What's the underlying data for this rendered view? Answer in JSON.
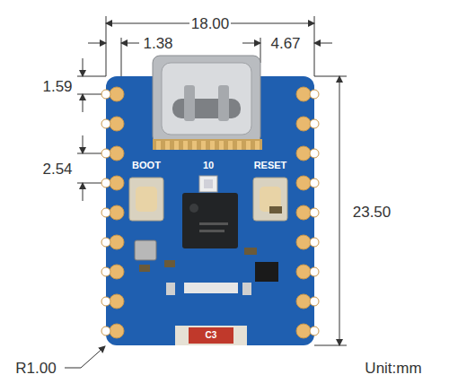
{
  "diagram": {
    "labels": [
      "18.00",
      "1.38",
      "4.67",
      "1.59",
      "2.54",
      "23.50",
      "BOOT",
      "10",
      "RESET",
      "C3",
      "R1.00",
      "Unit:mm"
    ]
  }
}
